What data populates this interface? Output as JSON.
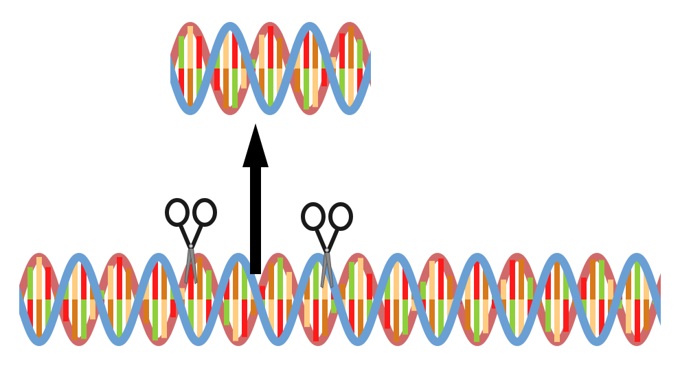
{
  "diagram": {
    "concept": "dna-excision",
    "colors": {
      "background": "#ffffff",
      "strand_blue": "#6a9fd4",
      "strand_red": "#d06a6a",
      "base_red": "#ff1a1a",
      "base_orange": "#d87a1a",
      "base_green": "#8fd03a",
      "base_yellow": "#ffcc80",
      "arrow": "#000000",
      "scissor_handle": "#1a1a1a",
      "scissor_blade": "#8a8a8a"
    },
    "icons": {
      "cut_tool": "scissors-icon",
      "direction": "up-arrow-icon",
      "molecule": "dna-double-helix"
    },
    "long_helix": {
      "turns": 8,
      "cut_count": 2
    },
    "excised_segment": {
      "turns": 2.5
    }
  }
}
